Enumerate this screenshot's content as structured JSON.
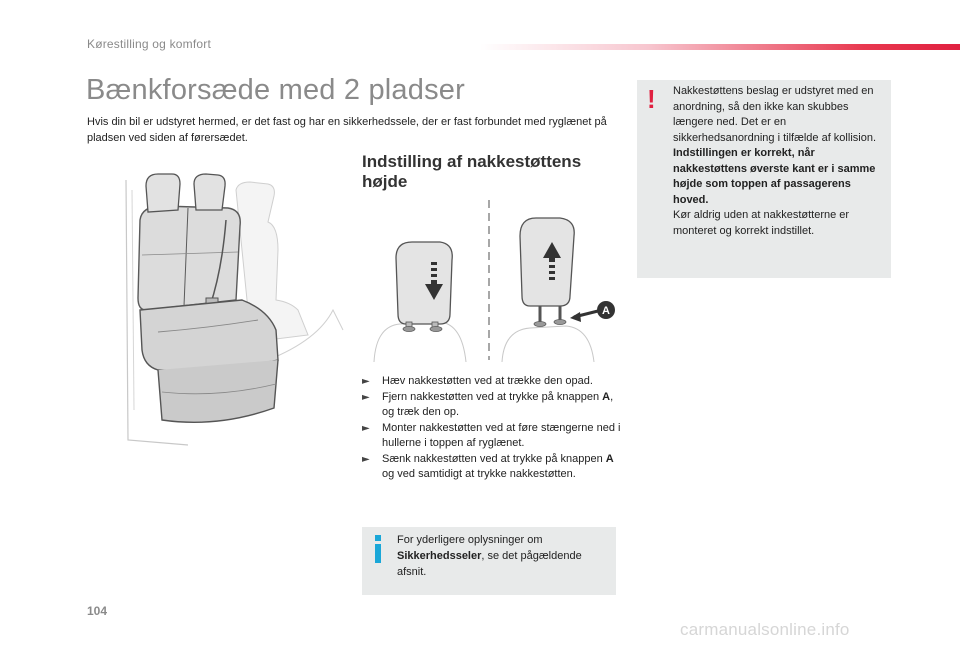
{
  "header": {
    "section": "Kørestilling og komfort",
    "accent_color": "#e02040"
  },
  "page_title": "Bænkforsæde med 2 pladser",
  "intro": "Hvis din bil er udstyret hermed, er det fast og har en sikkerhedssele, der er fast forbundet med ryglænet på pladsen ved siden af førersædet.",
  "adjustment": {
    "heading": "Indstilling af nakkestøttens højde",
    "figure_label": "A",
    "steps": [
      {
        "parts": [
          "Hæv nakkestøtten ved at trække den opad."
        ]
      },
      {
        "parts": [
          "Fjern nakkestøtten ved at trykke på knappen ",
          "A",
          ", og træk den op."
        ]
      },
      {
        "parts": [
          "Monter nakkestøtten ved at føre stængerne ned i hullerne i toppen af ryglænet."
        ]
      },
      {
        "parts": [
          "Sænk nakkestøtten ved at trykke på knappen ",
          "A",
          " og ved samtidigt at trykke nakkestøtten."
        ]
      }
    ]
  },
  "info": {
    "text_before": "For yderligere oplysninger om ",
    "bold": "Sikkerhedsseler",
    "text_after": ", se det pågældende afsnit.",
    "icon_color": "#1aa7d8"
  },
  "warning": {
    "text1": "Nakkestøttens beslag er udstyret med en anordning, så den ikke kan skubbes længere ned. Det er en sikkerhedsanordning i tilfælde af kollision.",
    "bold": "Indstillingen er korrekt, når nakkestøttens øverste kant er i samme højde som toppen af passagerens hoved.",
    "text2": "Kør aldrig uden at nakkestøtterne er monteret og korrekt indstillet.",
    "icon": "!"
  },
  "page_number": "104",
  "watermark": "carmanualsonline.info"
}
